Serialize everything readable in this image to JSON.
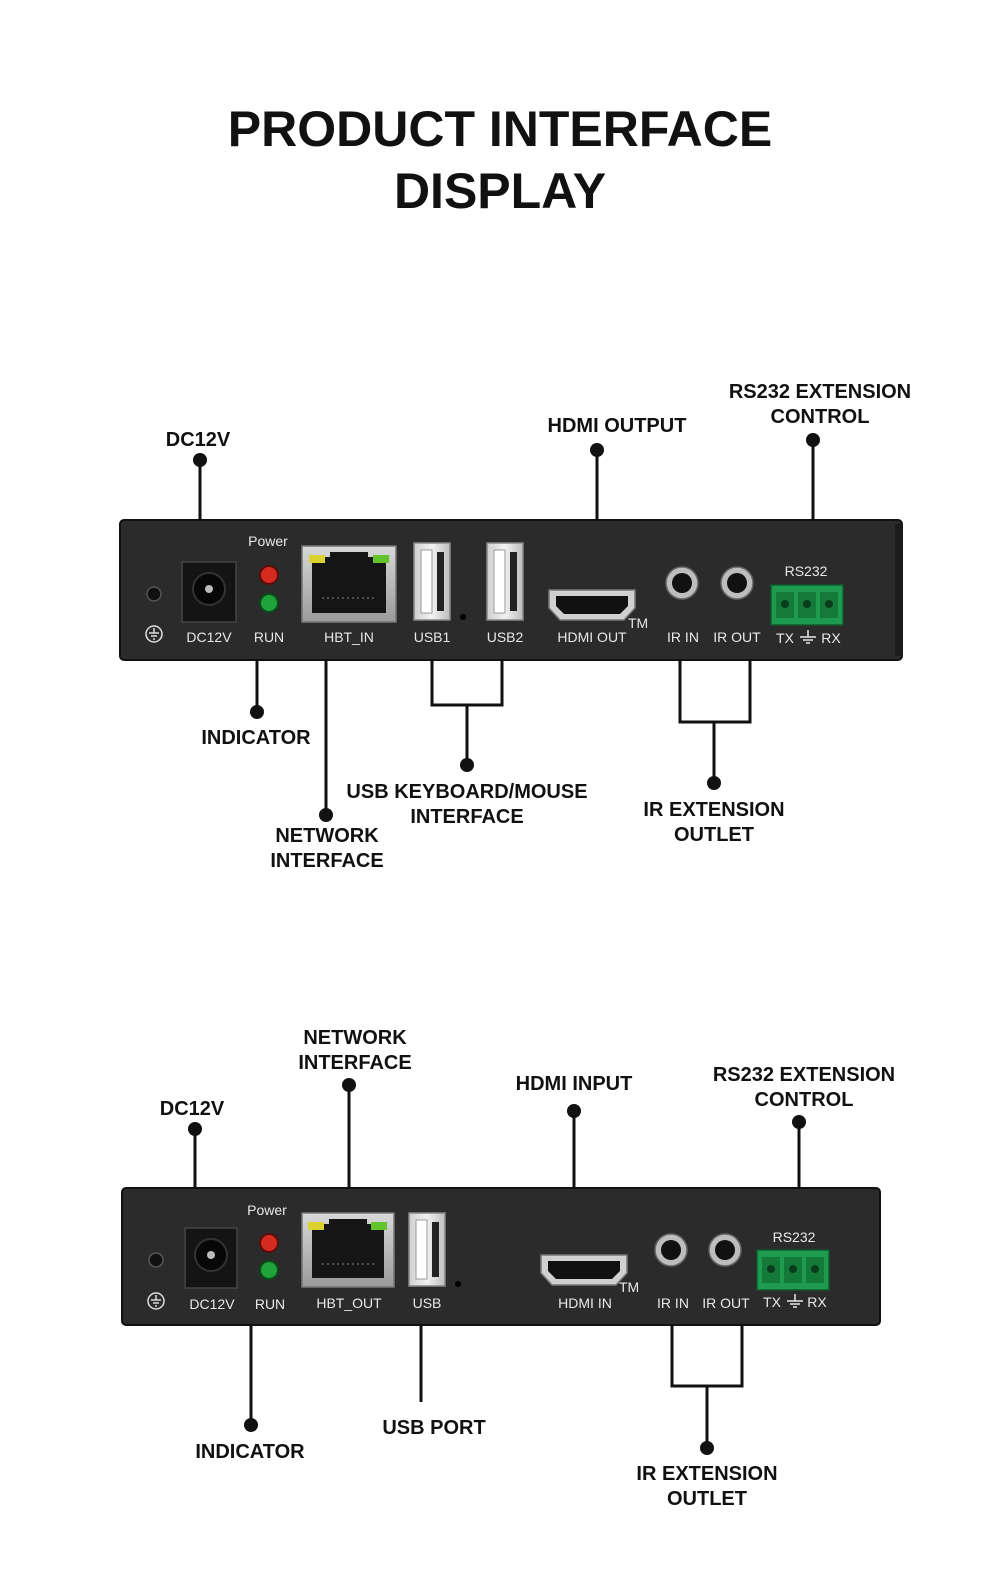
{
  "title_line1": "PRODUCT INTERFACE",
  "title_line2": "DISPLAY",
  "panel1": {
    "callouts": {
      "dc12v": "DC12V",
      "hdmi_output": "HDMI OUTPUT",
      "rs232_line1": "RS232 EXTENSION",
      "rs232_line2": "CONTROL",
      "indicator": "INDICATOR",
      "network_line1": "NETWORK",
      "network_line2": "INTERFACE",
      "usb_line1": "USB KEYBOARD/MOUSE",
      "usb_line2": "INTERFACE",
      "ir_line1": "IR EXTENSION",
      "ir_line2": "OUTLET"
    },
    "printed": {
      "power": "Power",
      "dc12v": "DC12V",
      "run": "RUN",
      "hbt": "HBT_IN",
      "usb1": "USB1",
      "usb2": "USB2",
      "hdmi": "HDMI OUT",
      "tm": "TM",
      "ir_in": "IR IN",
      "ir_out": "IR OUT",
      "rs232": "RS232",
      "tx": "TX",
      "rx": "RX"
    }
  },
  "panel2": {
    "callouts": {
      "network_line1": "NETWORK",
      "network_line2": "INTERFACE",
      "dc12v": "DC12V",
      "hdmi_input": "HDMI INPUT",
      "rs232_line1": "RS232 EXTENSION",
      "rs232_line2": "CONTROL",
      "usb_port": "USB PORT",
      "indicator": "INDICATOR",
      "ir_line1": "IR EXTENSION",
      "ir_line2": "OUTLET"
    },
    "printed": {
      "power": "Power",
      "dc12v": "DC12V",
      "run": "RUN",
      "hbt": "HBT_OUT",
      "usb": "USB",
      "hdmi": "HDMI IN",
      "tm": "TM",
      "ir_in": "IR IN",
      "ir_out": "IR OUT",
      "rs232": "RS232",
      "tx": "TX",
      "rx": "RX"
    }
  },
  "colors": {
    "panel": "#2b2b2b",
    "led_red": "#d42a1f",
    "led_green": "#1fa33a",
    "terminal_green": "#1f9b4f",
    "line": "#111111"
  }
}
